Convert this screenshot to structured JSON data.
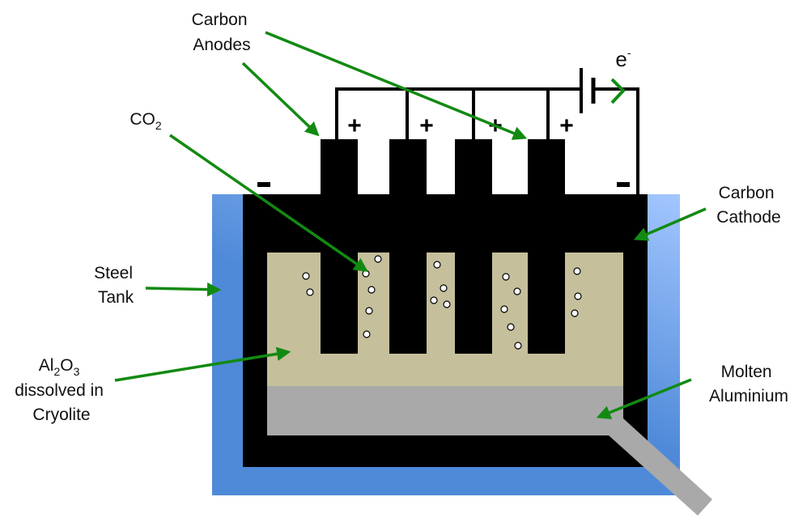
{
  "colors": {
    "tank": "#4f8ad8",
    "tank_light": "#9cc2ff",
    "carbon": "#000000",
    "electrolyte": "#c5bf9c",
    "aluminium": "#a9a9a9",
    "arrow": "#128a12",
    "bubble": "#ffffff"
  },
  "labels": {
    "anodes": [
      "Carbon",
      "Anodes"
    ],
    "co2": {
      "main": "CO",
      "sub": "2"
    },
    "electron": {
      "main": "e",
      "sup": "-"
    },
    "cathode": [
      "Carbon",
      "Cathode"
    ],
    "tank": [
      "Steel",
      "Tank"
    ],
    "electrolyte": {
      "al": "Al",
      "al_sub": "2",
      "o": "O",
      "o_sub": "3",
      "line2": "dissolved in",
      "line3": "Cryolite"
    },
    "aluminium": [
      "Molten",
      "Aluminium"
    ]
  },
  "signs": {
    "plus": "+",
    "minus": "-"
  }
}
